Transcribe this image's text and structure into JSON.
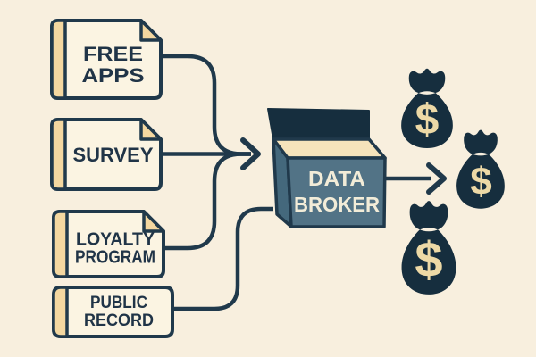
{
  "colors": {
    "background": "#f8efde",
    "line": "#20394b",
    "ink": "#203447",
    "paper": "#fbf4e2",
    "tan": "#f3d7a0",
    "dark": "#162e3e",
    "slate": "#527386",
    "slate-dark": "#44687c",
    "cream": "#f5e3bb",
    "cream-text": "#f2ecd8",
    "gold": "#edd9a6"
  },
  "sources": [
    {
      "id": "free-apps",
      "lines": [
        "FREE",
        "APPS"
      ]
    },
    {
      "id": "survey",
      "lines": [
        "SURVEY"
      ]
    },
    {
      "id": "loyalty-program",
      "lines": [
        "LOYALTY",
        "PROGRAM"
      ]
    },
    {
      "id": "public-record",
      "lines": [
        "PUBLIC",
        "RECORD"
      ]
    }
  ],
  "broker": {
    "lines": [
      "DATA",
      "BROKER"
    ]
  },
  "money_bags": [
    {
      "symbol": "$"
    },
    {
      "symbol": "$"
    },
    {
      "symbol": "$"
    }
  ]
}
